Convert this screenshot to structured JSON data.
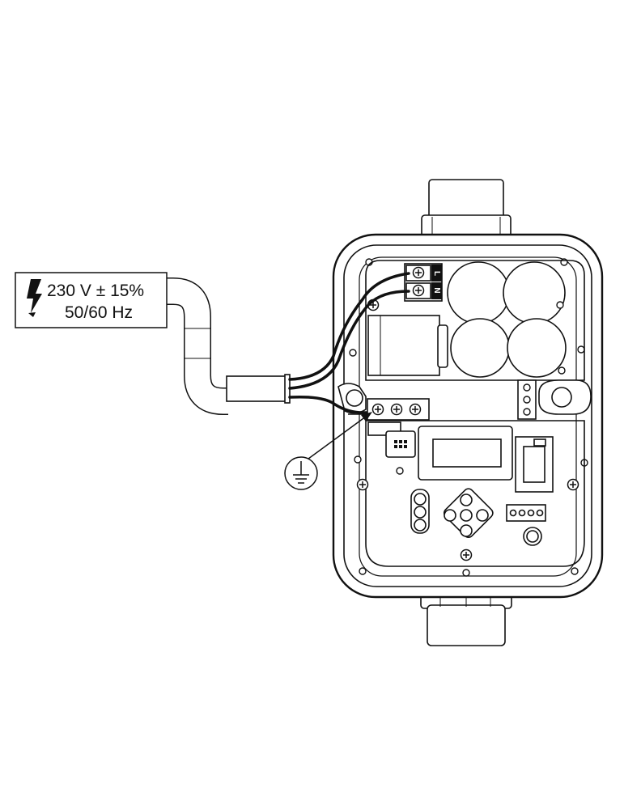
{
  "supply_label": {
    "voltage": "230 V ± 15%",
    "frequency": "50/60 Hz"
  },
  "terminals": {
    "line": "L",
    "neutral": "N"
  },
  "icons": [
    "lightning-bolt-icon",
    "ground-symbol-icon",
    "screw-terminal-icon"
  ],
  "colors": {
    "line_art": "#111111",
    "background": "#ffffff"
  }
}
